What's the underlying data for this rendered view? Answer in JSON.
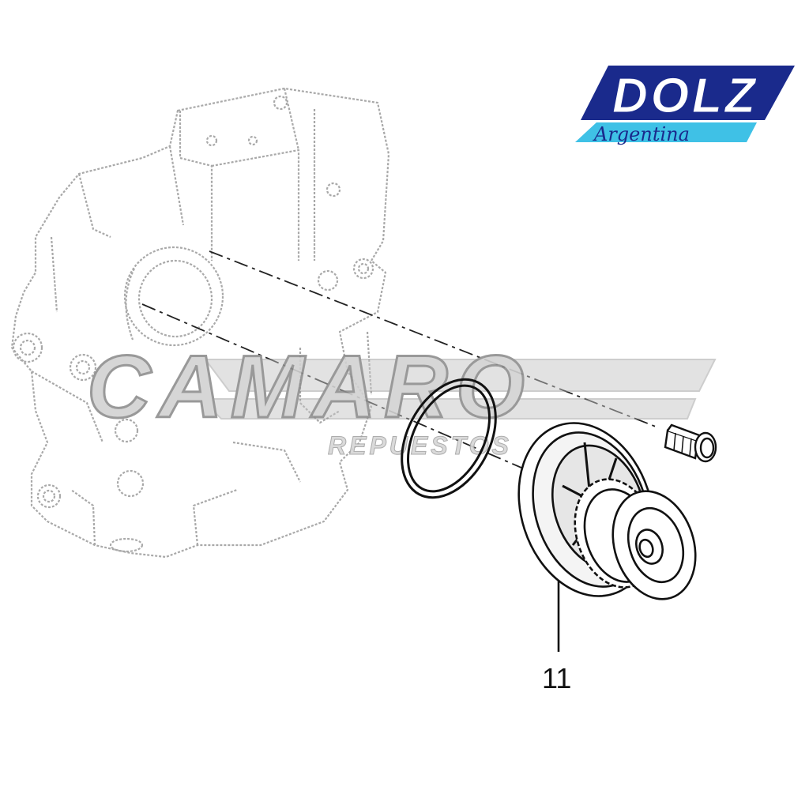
{
  "logo": {
    "brand": "DOLZ",
    "sub": "Argentina",
    "primary_color": "#1a2a8c",
    "accent_color": "#3fc1e6"
  },
  "watermark": {
    "brand": "CAMARO",
    "sub": "REPUESTOS",
    "color": "#bdbdbd"
  },
  "callouts": [
    {
      "id": "11",
      "label": "11"
    }
  ],
  "colors": {
    "ghost_part": "#a9a9a9",
    "line_art": "#111111"
  }
}
